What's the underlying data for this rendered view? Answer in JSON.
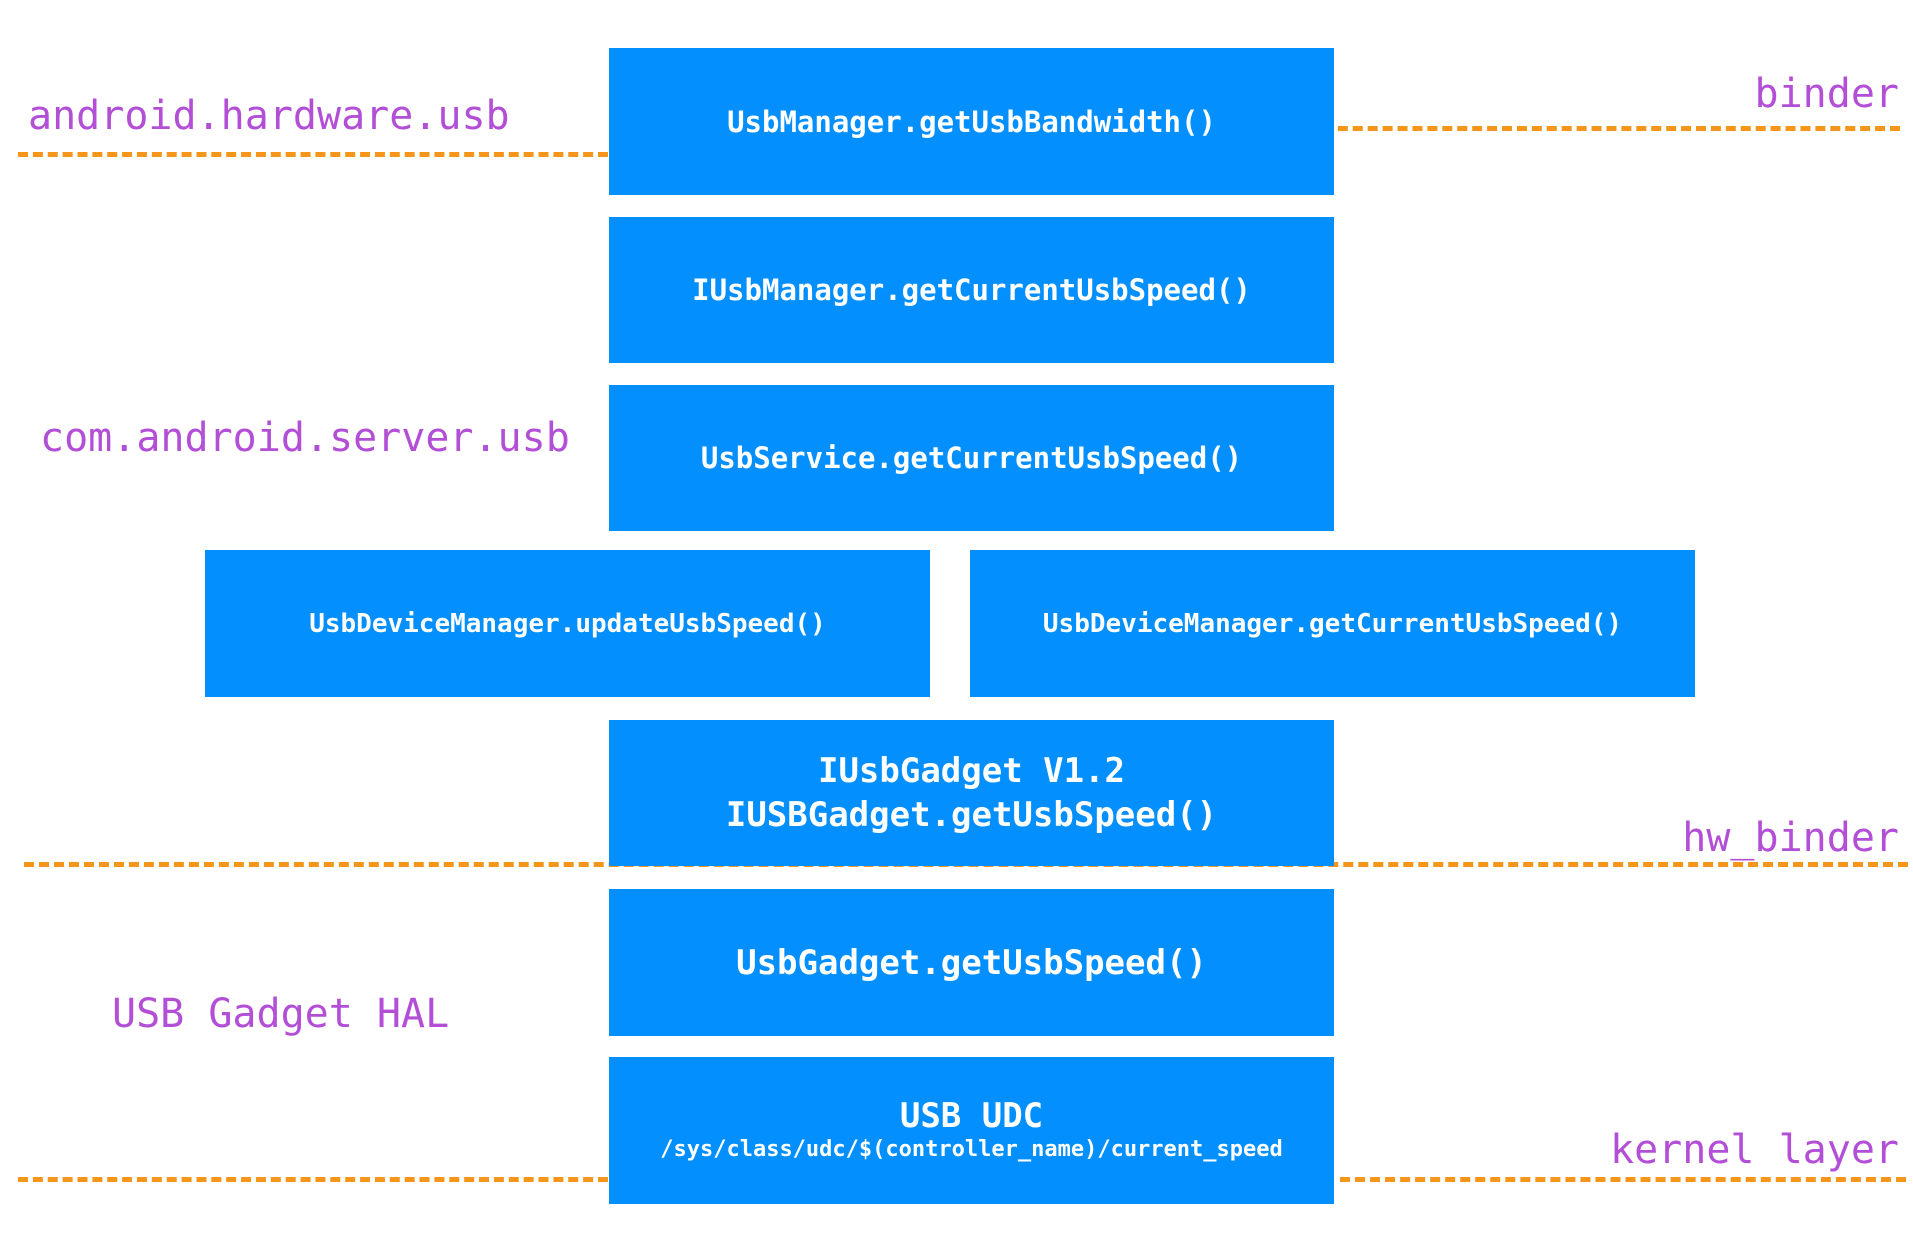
{
  "colors": {
    "box_fill": "#038ffd",
    "box_text": "#ffffff",
    "layer_label": "#b24fd6",
    "boundary_line": "#f5961b"
  },
  "layer_labels": {
    "android_hardware_usb": "android.hardware.usb",
    "binder": "binder",
    "com_android_server_usb": "com.android.server.usb",
    "hw_binder": "hw_binder",
    "usb_gadget_hal": "USB Gadget HAL",
    "kernel_layer": "kernel layer"
  },
  "boxes": {
    "usb_manager": "UsbManager.getUsbBandwidth()",
    "iusb_manager": "IUsbManager.getCurrentUsbSpeed()",
    "usb_service": "UsbService.getCurrentUsbSpeed()",
    "device_manager_update": "UsbDeviceManager.updateUsbSpeed()",
    "device_manager_get": "UsbDeviceManager.getCurrentUsbSpeed()",
    "iusb_gadget": {
      "line1": "IUsbGadget V1.2",
      "line2": "IUSBGadget.getUsbSpeed()"
    },
    "usb_gadget": "UsbGadget.getUsbSpeed()",
    "usb_udc": {
      "title": "USB UDC",
      "path": "/sys/class/udc/$(controller_name)/current_speed"
    }
  }
}
